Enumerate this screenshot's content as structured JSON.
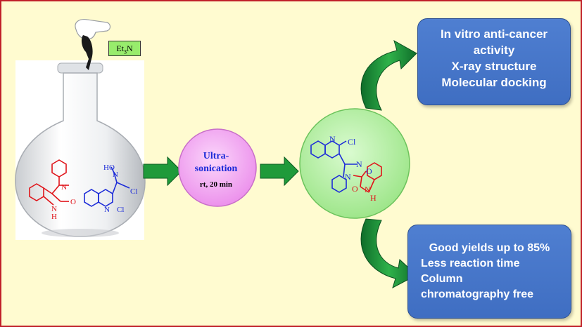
{
  "reagent": {
    "label": "Et",
    "subscript": "3",
    "suffix": "N"
  },
  "conditions": {
    "line1": "Ultra-",
    "line2": "sonication",
    "detail": "rt, 20 min"
  },
  "reactant_isatin_imine": {
    "atom_n": "N",
    "atom_o": "O",
    "atom_nh_n": "N",
    "atom_nh_h": "H"
  },
  "reactant_oxime": {
    "atom_ho": "HO",
    "atom_n": "N",
    "atom_cl_top": "Cl",
    "atom_ring_n": "N",
    "atom_cl_bottom": "Cl"
  },
  "product": {
    "atom_ring_n": "N",
    "atom_cl": "Cl",
    "atom_n_imine": "N",
    "atom_o_ring": "O",
    "atom_n_ring": "N",
    "atom_o_carbonyl": "O",
    "atom_nh_n": "N",
    "atom_nh_h": "H"
  },
  "outcome_top": {
    "lines": [
      "In vitro anti-cancer",
      "activity",
      "X-ray structure",
      "Molecular docking"
    ]
  },
  "outcome_bottom": {
    "lines": [
      "Good yields up to 85%",
      "Less reaction time",
      "Column",
      "chromatography free"
    ]
  },
  "colors": {
    "background": "#fffbd0",
    "border": "#c0202a",
    "arrow_green": "#1f9a3a",
    "box_blue": "#4676c9",
    "sonication_pink": "#f2a6f2",
    "product_green": "#b9f2a8",
    "isatin_red": "#e0141a",
    "quinoline_blue": "#1c2bd8"
  },
  "icons": [
    "gloved-hand-icon",
    "dropper-icon",
    "round-bottom-flask-icon"
  ]
}
